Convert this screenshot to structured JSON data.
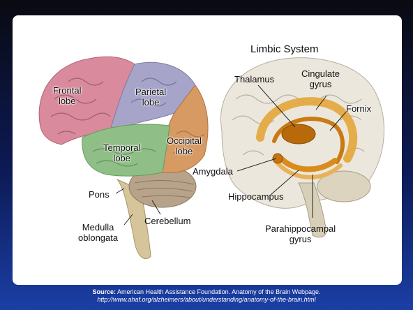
{
  "diagram": {
    "limbic_title": "Limbic System",
    "lateral_labels": {
      "frontal": "Frontal\nlobe",
      "parietal": "Parietal\nlobe",
      "temporal": "Temporal\nlobe",
      "occipital": "Occipital\nlobe",
      "pons": "Pons",
      "cerebellum": "Cerebellum",
      "medulla": "Medulla\noblongata"
    },
    "limbic_labels": {
      "thalamus": "Thalamus",
      "cingulate": "Cingulate\ngyrus",
      "fornix": "Fornix",
      "amygdala": "Amygdala",
      "hippocampus": "Hippocampus",
      "parahippocampal": "Parahippocampal\ngyrus"
    }
  },
  "caption": {
    "source_label": "Source:",
    "source_text": " American Health Assistance Foundation.  Anatomy of the Brain Webpage.",
    "url": "http://www.ahaf.org/alzheimers/about/understanding/anatomy-of-the-brain.html"
  },
  "colors": {
    "frontal": "#d98a9c",
    "parietal": "#a7a4c9",
    "temporal": "#8fbf86",
    "occipital": "#d79a63",
    "cerebellum": "#b7a38a",
    "brainstem": "#d6c49a",
    "limbic_brain": "#ece7dd",
    "limbic_structure": "#d98c1c"
  }
}
